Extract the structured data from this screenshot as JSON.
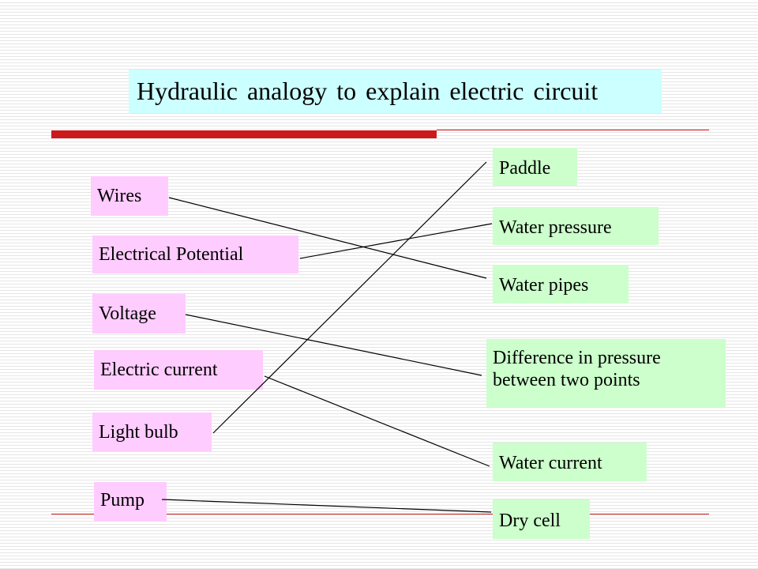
{
  "title": "Hydraulic analogy to explain electric circuit",
  "colors": {
    "title_bg": "#ccffff",
    "left_bg": "#ffccff",
    "right_bg": "#ccffcc",
    "accent": "#cc1a1a"
  },
  "left_items": [
    "Wires",
    "Electrical Potential",
    "Voltage",
    "Electric current",
    "Light bulb",
    "Pump"
  ],
  "right_items": [
    "Paddle",
    "Water pressure",
    "Water pipes",
    "Difference in pressure",
    "between two points",
    "Water current",
    "Dry cell"
  ],
  "connections": [
    {
      "from": "Wires",
      "to": "Water pipes"
    },
    {
      "from": "Electrical Potential",
      "to": "Water pressure"
    },
    {
      "from": "Voltage",
      "to": "Difference in pressure between two points"
    },
    {
      "from": "Electric current",
      "to": "Water current"
    },
    {
      "from": "Light bulb",
      "to": "Paddle"
    },
    {
      "from": "Pump",
      "to": "Dry cell"
    }
  ]
}
